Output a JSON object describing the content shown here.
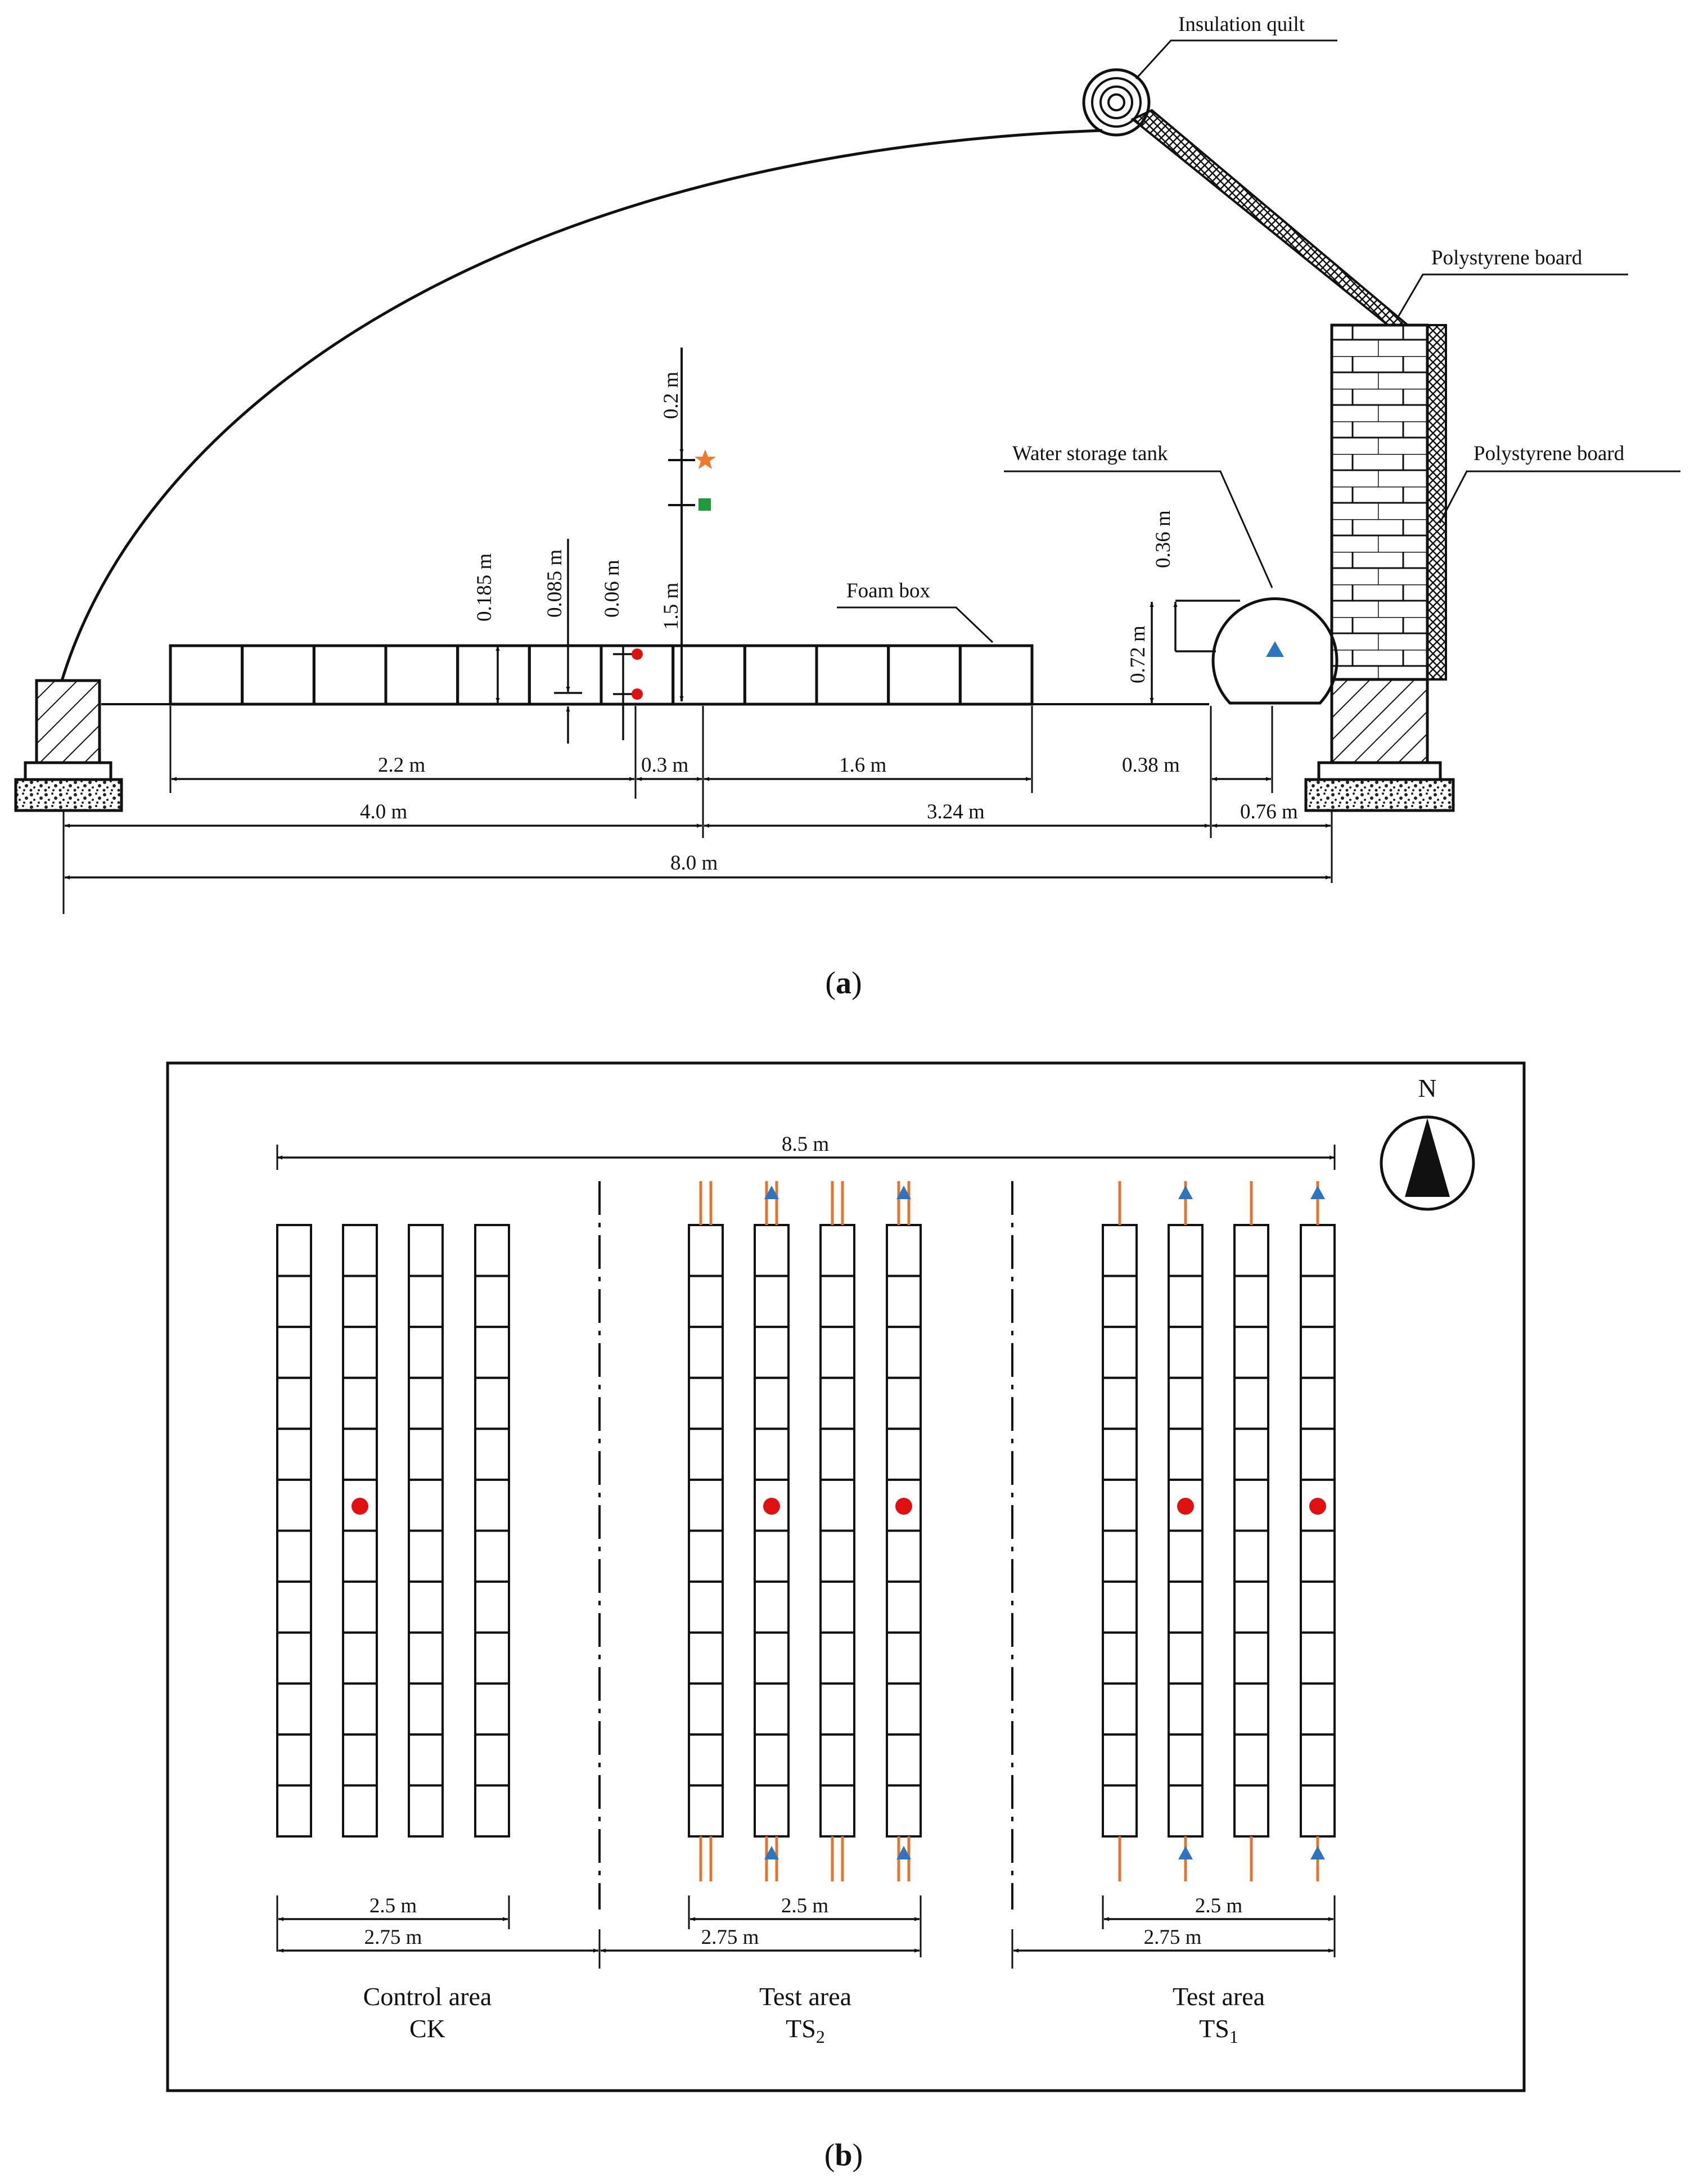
{
  "panel_a": {
    "caption": {
      "open": "(",
      "letter": "a",
      "close": ")"
    },
    "labels": {
      "insulation_quilt": "Insulation quilt",
      "polystyrene_board_top": "Polystyrene board",
      "polystyrene_board_side": "Polystyrene board",
      "water_storage_tank": "Water storage tank",
      "foam_box": "Foam box"
    },
    "vertical_dims": {
      "d_0_2": "0.2 m",
      "d_1_5": "1.5 m",
      "d_0_185": "0.185 m",
      "d_0_085": "0.085 m",
      "d_0_06": "0.06 m",
      "d_0_36": "0.36 m",
      "d_0_72": "0.72 m"
    },
    "horizontal_dims": {
      "d_2_2": "2.2 m",
      "d_0_3": "0.3 m",
      "d_1_6": "1.6 m",
      "d_0_38": "0.38 m",
      "d_4_0": "4.0 m",
      "d_3_24": "3.24 m",
      "d_0_76": "0.76 m",
      "d_8_0": "8.0 m"
    },
    "sensor_colors": {
      "soil_sensor": "#e01010",
      "air_temperature": "#ee7a2e",
      "air_humidity": "#1f9a3c",
      "tank_marker": "#2e75c0"
    }
  },
  "panel_b": {
    "caption": {
      "open": "(",
      "letter": "b",
      "close": ")"
    },
    "north": "N",
    "dims": {
      "total": "8.5 m",
      "ck_inner": "2.5 m",
      "ck_outer": "2.75 m",
      "ts2_inner": "2.5 m",
      "ts2_outer": "2.75 m",
      "ts1_inner": "2.5 m",
      "ts1_outer": "2.75 m"
    },
    "areas": {
      "ck": {
        "line1": "Control area",
        "line2": "CK",
        "sub": ""
      },
      "ts2": {
        "line1": "Test area",
        "line2": "TS",
        "sub": "2"
      },
      "ts1": {
        "line1": "Test area",
        "line2": "TS",
        "sub": "1"
      }
    },
    "colors": {
      "pipe": "#e2762e",
      "arrow": "#2e75c0",
      "sensor": "#e01010"
    }
  }
}
